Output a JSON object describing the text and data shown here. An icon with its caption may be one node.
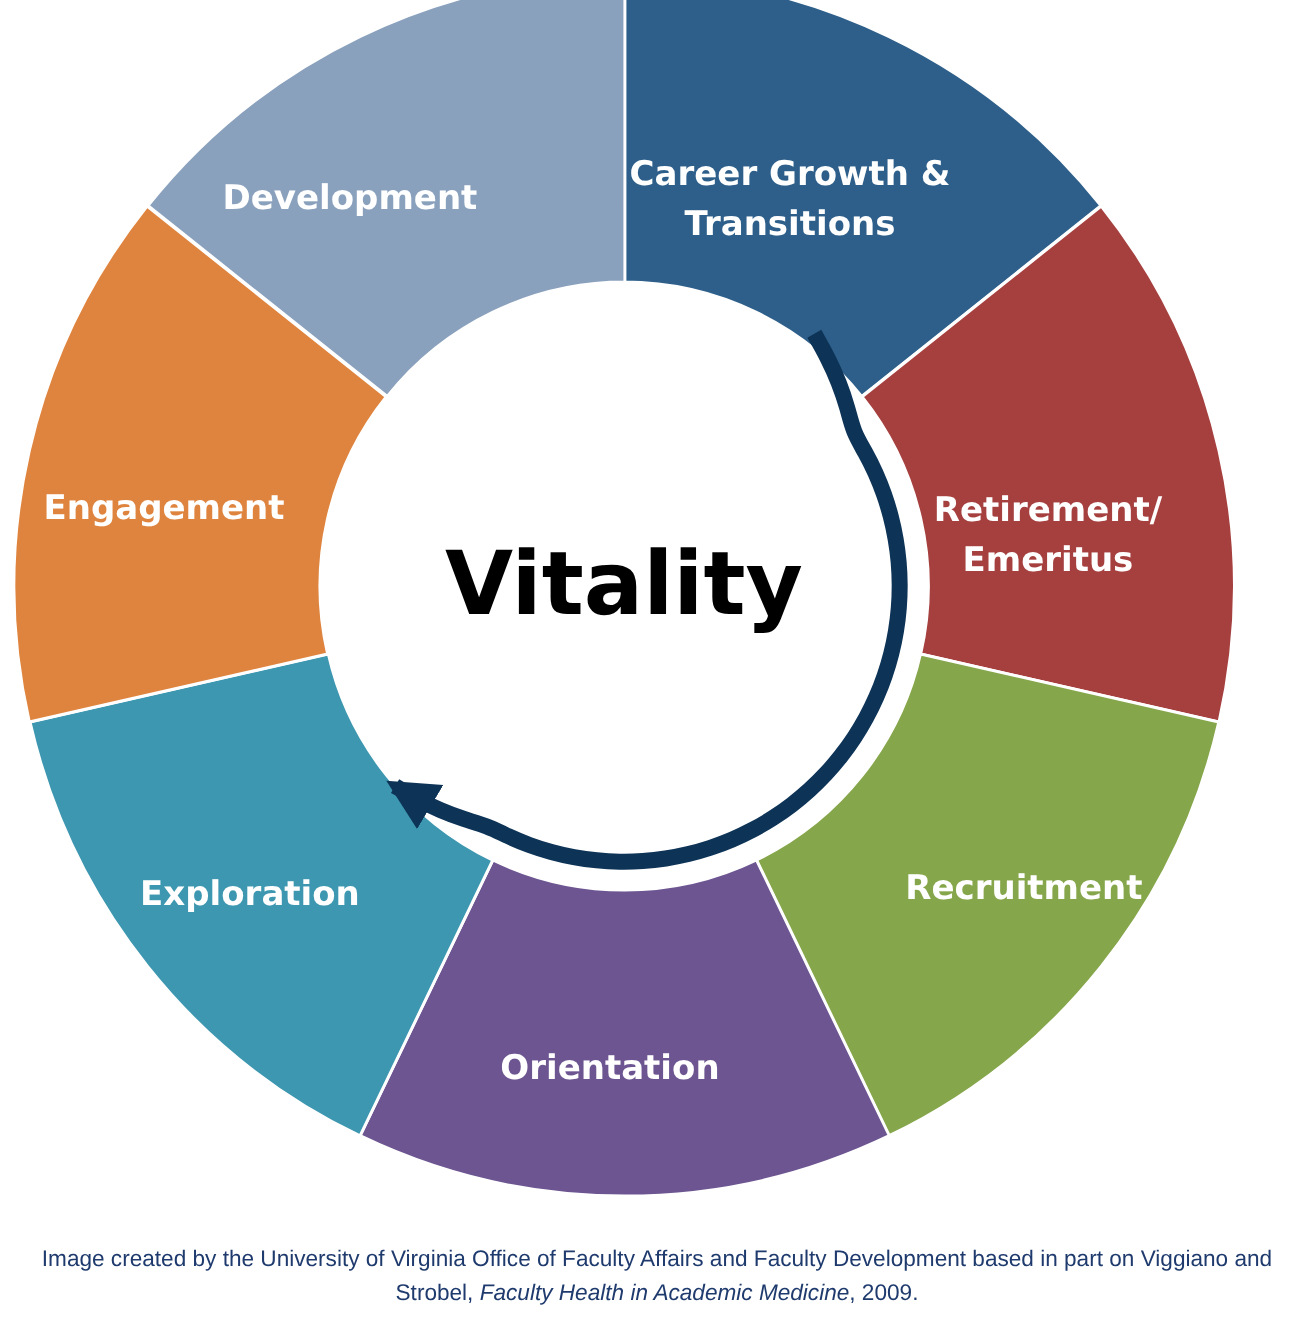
{
  "diagram": {
    "caption": "Image created by the University of Virginia Office of Faculty Affairs and Faculty Development based in part on Viggiano and Strobel, *Faculty Health in Academic Medicine*, 2009.",
    "nodes": [
      {
        "text": [
          "Career Growth & Transitions"
        ]
      },
      {
        "text": [
          "Retirement/ Emeritus"
        ]
      },
      {
        "text": [
          "Recruitment"
        ]
      },
      {
        "text": [
          "Orientation"
        ]
      },
      {
        "text": [
          "Exploration"
        ]
      },
      {
        "text": [
          "Engagement"
        ]
      },
      {
        "text": [
          "Development"
        ]
      },
      {
        "text": [
          "Vitality"
        ]
      }
    ],
    "edges": [
      {
        "from": 0,
        "to": 4,
        "arrow": "to"
      }
    ]
  }
}
